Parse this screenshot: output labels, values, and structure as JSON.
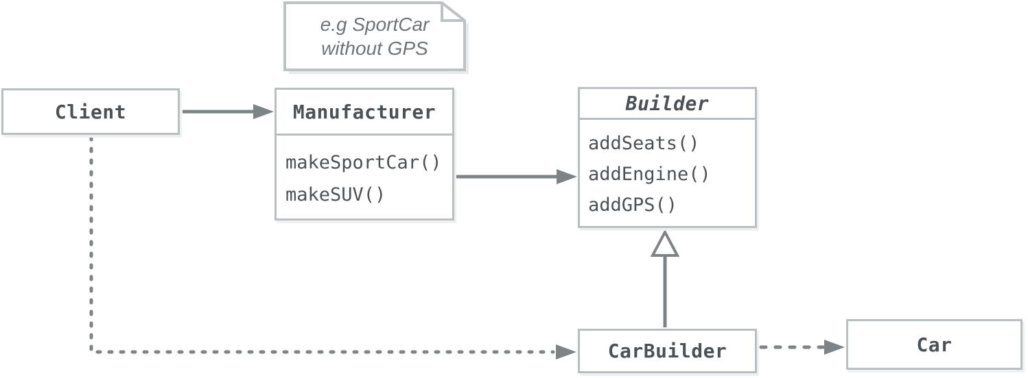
{
  "note": {
    "line1": "e.g SportCar",
    "line2": "without GPS"
  },
  "classes": {
    "client": {
      "name": "Client"
    },
    "manufacturer": {
      "name": "Manufacturer",
      "methods": [
        "makeSportCar()",
        "makeSUV()"
      ]
    },
    "builder": {
      "name": "Builder",
      "abstract": true,
      "methods": [
        "addSeats()",
        "addEngine()",
        "addGPS()"
      ]
    },
    "carbuilder": {
      "name": "CarBuilder"
    },
    "car": {
      "name": "Car"
    }
  },
  "relations": [
    {
      "from": "Client",
      "to": "Manufacturer",
      "type": "association",
      "line": "solid",
      "arrowhead": "filled"
    },
    {
      "from": "Manufacturer",
      "to": "Builder",
      "type": "association",
      "line": "solid",
      "arrowhead": "filled"
    },
    {
      "from": "CarBuilder",
      "to": "Builder",
      "type": "generalization",
      "line": "solid",
      "arrowhead": "hollow-triangle"
    },
    {
      "from": "Client",
      "to": "CarBuilder",
      "type": "dependency",
      "line": "dotted",
      "arrowhead": "filled"
    },
    {
      "from": "CarBuilder",
      "to": "Car",
      "type": "dependency",
      "line": "dashed",
      "arrowhead": "filled"
    }
  ],
  "colors": {
    "box_border": "#b9bec1",
    "box_fill": "#ffffff",
    "text": "#4c5155",
    "connector": "#7e8386",
    "note_text": "#6e7478",
    "note_border": "#bdc2c5",
    "note_shadow": "#e7e9ea"
  }
}
